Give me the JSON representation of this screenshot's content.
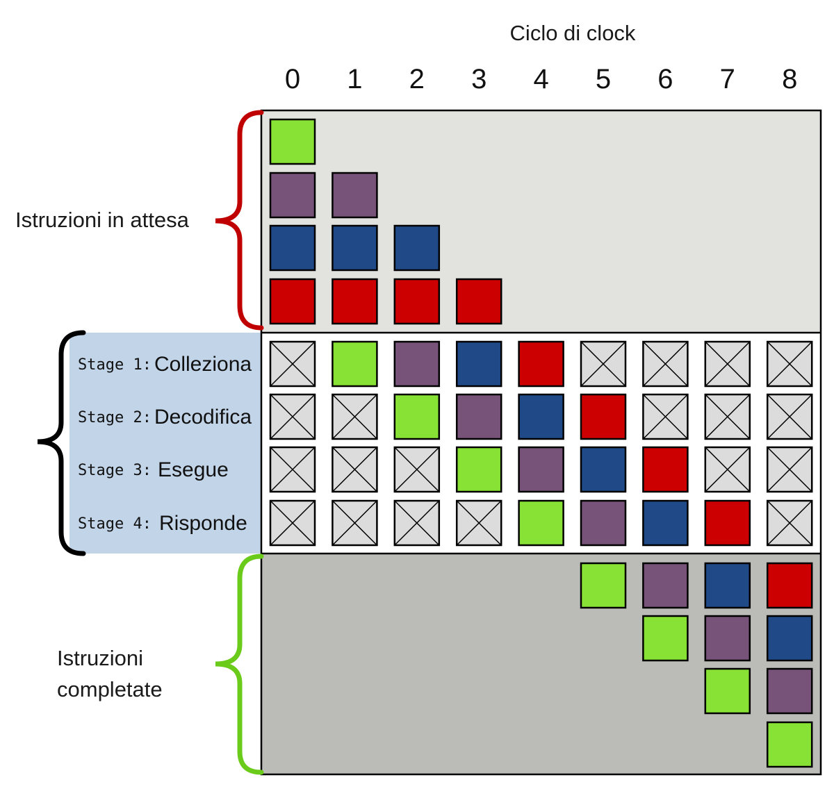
{
  "header": {
    "title": "Ciclo di clock",
    "cycles": [
      "0",
      "1",
      "2",
      "3",
      "4",
      "5",
      "6",
      "7",
      "8"
    ]
  },
  "sections": {
    "waiting": {
      "label": "Istruzioni in attesa",
      "brace_color": "#c00000",
      "bg": "#e2e3df"
    },
    "pipeline": {
      "bg": "#ffffff",
      "label_bg": "#c2d4e8",
      "brace_color": "#000000"
    },
    "completed": {
      "label_line1": "Istruzioni",
      "label_line2": "completate",
      "brace_color": "#6acb1a",
      "bg": "#bbbcb8"
    }
  },
  "stages": [
    {
      "prefix": "Stage 1:",
      "name": "Colleziona"
    },
    {
      "prefix": "Stage 2:",
      "name": "Decodifica"
    },
    {
      "prefix": "Stage 3:",
      "name": "Esegue"
    },
    {
      "prefix": "Stage 4:",
      "name": "Risponde"
    }
  ],
  "instruction_colors": {
    "red": "#cc0000",
    "blue": "#1f4a87",
    "purple": "#775279",
    "green": "#88e236"
  },
  "empty_slot_color": "#dcdcdc",
  "waiting_queue": [
    [
      "red",
      "blue",
      "purple",
      "green"
    ],
    [
      "red",
      "blue",
      "purple"
    ],
    [
      "red",
      "blue"
    ],
    [
      "red"
    ],
    [],
    [],
    [],
    [],
    []
  ],
  "pipeline_occupancy": [
    [
      "empty",
      "green",
      "purple",
      "blue",
      "red",
      "empty",
      "empty",
      "empty",
      "empty"
    ],
    [
      "empty",
      "empty",
      "green",
      "purple",
      "blue",
      "red",
      "empty",
      "empty",
      "empty"
    ],
    [
      "empty",
      "empty",
      "empty",
      "green",
      "purple",
      "blue",
      "red",
      "empty",
      "empty"
    ],
    [
      "empty",
      "empty",
      "empty",
      "empty",
      "green",
      "purple",
      "blue",
      "red",
      "empty"
    ]
  ],
  "completed_queue": [
    [],
    [],
    [],
    [],
    [],
    [
      "green"
    ],
    [
      "purple",
      "green"
    ],
    [
      "blue",
      "purple",
      "green"
    ],
    [
      "red",
      "blue",
      "purple",
      "green"
    ]
  ]
}
